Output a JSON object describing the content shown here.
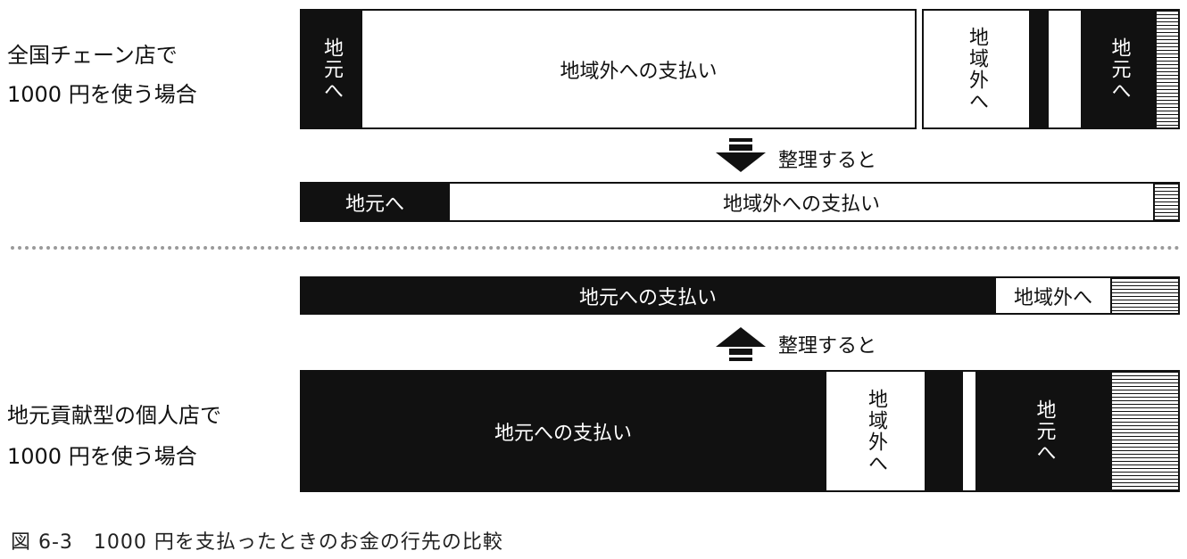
{
  "top_case": {
    "label_line1": "全国チェーン店で",
    "label_line2": "1000 円を使う場合",
    "bar": {
      "local": "地元へ",
      "outside": "地域外への支払い",
      "outside_vertical": "地域外へ",
      "local_vertical": "地元へ"
    },
    "arrow_note": "整理すると",
    "summary": {
      "local": "地元へ",
      "outside": "地域外への支払い"
    }
  },
  "bottom_case": {
    "summary": {
      "local": "地元への支払い",
      "outside": "地域外へ"
    },
    "arrow_note": "整理すると",
    "label_line1": "地元貢献型の個人店で",
    "label_line2": "1000 円を使う場合",
    "bar": {
      "local": "地元への支払い",
      "outside_vertical": "地域外へ",
      "local_vertical": "地元へ"
    }
  },
  "caption": "図 6-3　1000 円を支払ったときのお金の行先の比較",
  "colors": {
    "dark": "#111111",
    "light": "#ffffff",
    "divider": "#9a9a9a"
  }
}
